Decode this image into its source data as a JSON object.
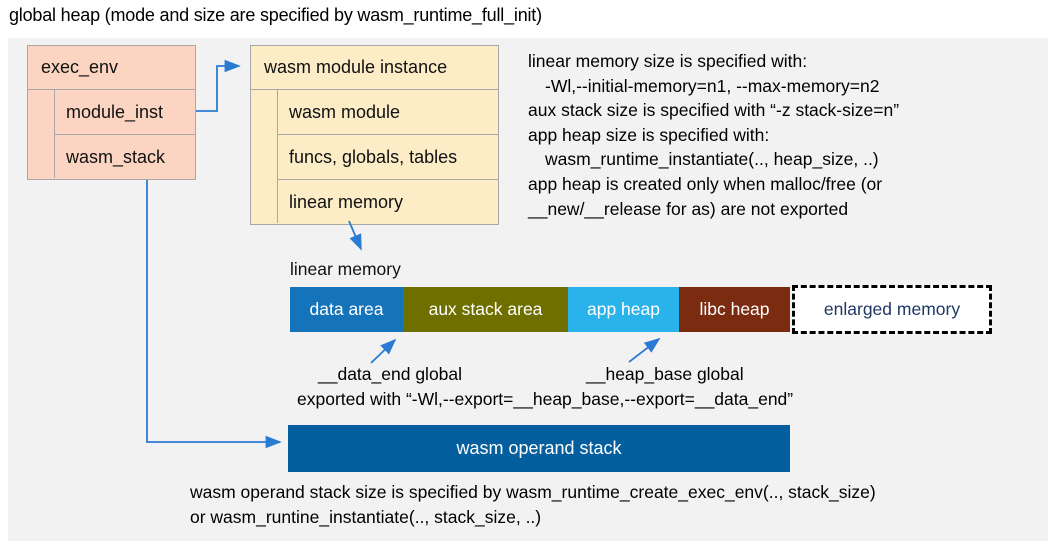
{
  "title": "global heap (mode and size are specified by wasm_runtime_full_init)",
  "exec_env": {
    "header": "exec_env",
    "rows": [
      "module_inst",
      "wasm_stack"
    ]
  },
  "module_instance": {
    "header": "wasm module instance",
    "rows": [
      "wasm module",
      "funcs, globals, tables",
      "linear memory"
    ]
  },
  "notes": {
    "lines": [
      "linear memory size is specified with:",
      "-Wl,--initial-memory=n1, --max-memory=n2",
      "aux stack size is specified with “-z stack-size=n”",
      "app heap size is specified with:",
      "wasm_runtime_instantiate(.., heap_size, ..)",
      "app heap is created only when malloc/free (or",
      "__new/__release for as) are not exported"
    ]
  },
  "linear_memory": {
    "label": "linear memory",
    "segments": [
      {
        "label": "data area",
        "color": "#1573ba"
      },
      {
        "label": "aux stack area",
        "color": "#6f6f00"
      },
      {
        "label": "app heap",
        "color": "#29b3ea"
      },
      {
        "label": "libc heap",
        "color": "#7a2b10"
      },
      {
        "label": "enlarged memory",
        "color": "#ffffff",
        "text_color": "#1f3864",
        "border": "black dashed"
      }
    ],
    "data_end_label": "__data_end global",
    "heap_base_label": "__heap_base global",
    "export_note": "exported with “-Wl,--export=__heap_base,--export=__data_end”"
  },
  "operand_stack": {
    "label": "wasm operand stack",
    "color": "#055e9e",
    "notes": [
      "wasm operand stack size is specified by wasm_runtime_create_exec_env(.., stack_size)",
      "or wasm_runtine_instantiate(.., stack_size, ..)"
    ]
  },
  "colors": {
    "canvas_bg": "#f2f2f2",
    "exec_env_fill": "#fbd5c1",
    "module_instance_fill": "#fcedc7",
    "box_border": "#a8a8a8",
    "arrow": "#2b7bd4"
  }
}
